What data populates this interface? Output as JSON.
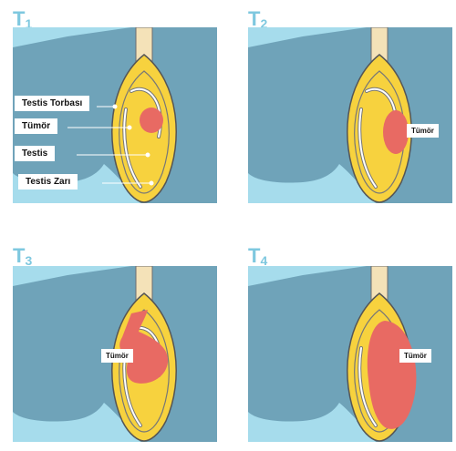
{
  "stages": [
    {
      "letter": "T",
      "num": "1"
    },
    {
      "letter": "T",
      "num": "2"
    },
    {
      "letter": "T",
      "num": "3"
    },
    {
      "letter": "T",
      "num": "4"
    }
  ],
  "labels": {
    "scrotum": "Testis Torbası",
    "tumor": "Tümör",
    "testis": "Testis",
    "tunica": "Testis Zarı"
  },
  "colors": {
    "background": "#a6dcec",
    "body": "#6fa3b9",
    "testis": "#f7d23e",
    "tumor": "#e86a63",
    "cord": "#f4e2b8",
    "title": "#7ec8df"
  }
}
